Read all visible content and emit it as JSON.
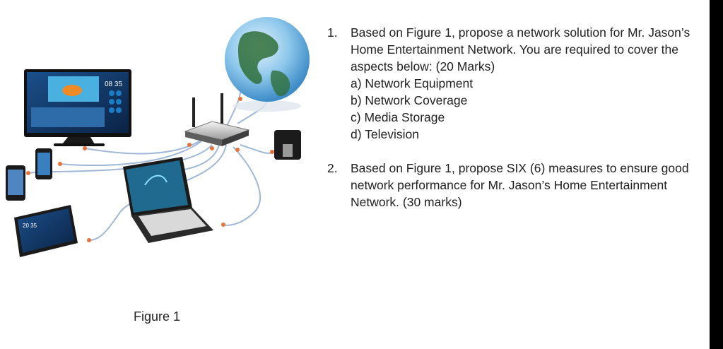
{
  "figure": {
    "caption": "Figure 1",
    "tv_clock": "08 35",
    "tablet_clock": "20 35"
  },
  "questions": [
    {
      "number": "1.",
      "text": "Based on Figure 1, propose a network solution for Mr. Jason’s Home Entertainment Network. You are required to cover the aspects below: (20 Marks)",
      "items": [
        "a) Network Equipment",
        "b) Network Coverage",
        "c) Media Storage",
        "d) Television"
      ]
    },
    {
      "number": "2.",
      "text": "Based on Figure 1, propose SIX (6) measures to ensure good network performance for Mr. Jason’s Home Entertainment Network. (30 marks)",
      "items": []
    }
  ]
}
